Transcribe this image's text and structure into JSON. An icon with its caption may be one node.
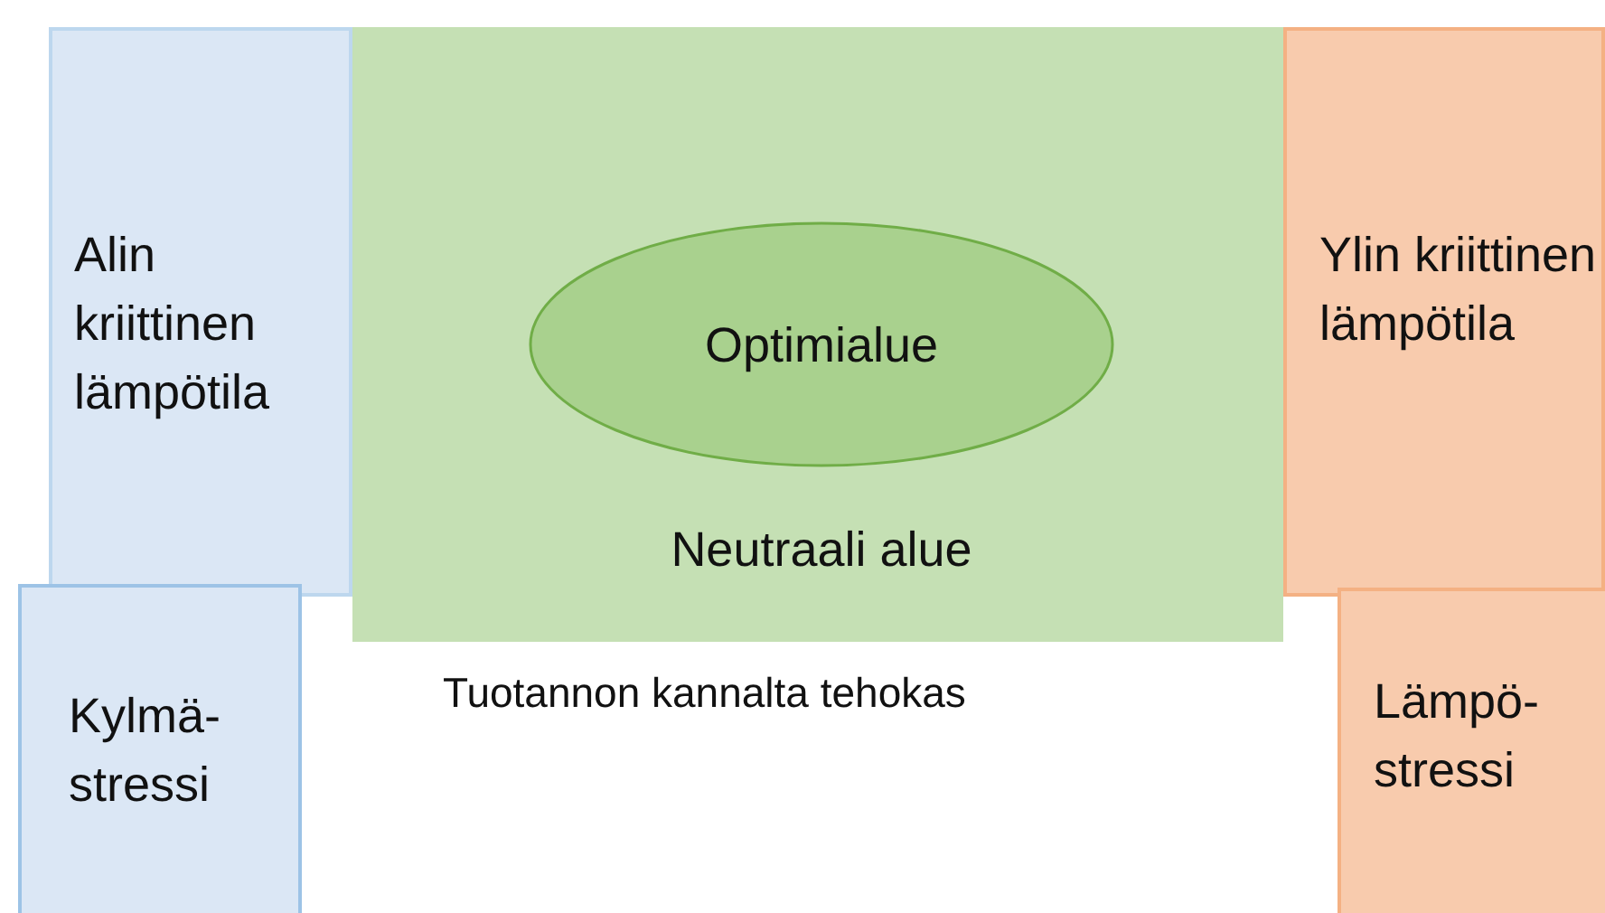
{
  "diagram": {
    "nodes": [
      {
        "text": [
          "Alin kriittinen lämpötila"
        ]
      },
      {
        "text": [
          "Neutraali alue"
        ]
      },
      {
        "text": [
          "Optimialue"
        ],
        "in": 1
      },
      {
        "text": [
          "Ylin kriittinen lämpötila"
        ]
      },
      {
        "text": [
          "Kylmä- stressi"
        ]
      },
      {
        "text": [
          "Lämpö- stressi"
        ]
      }
    ],
    "labels": [
      "Tuotannon kannalta tehokas"
    ]
  }
}
